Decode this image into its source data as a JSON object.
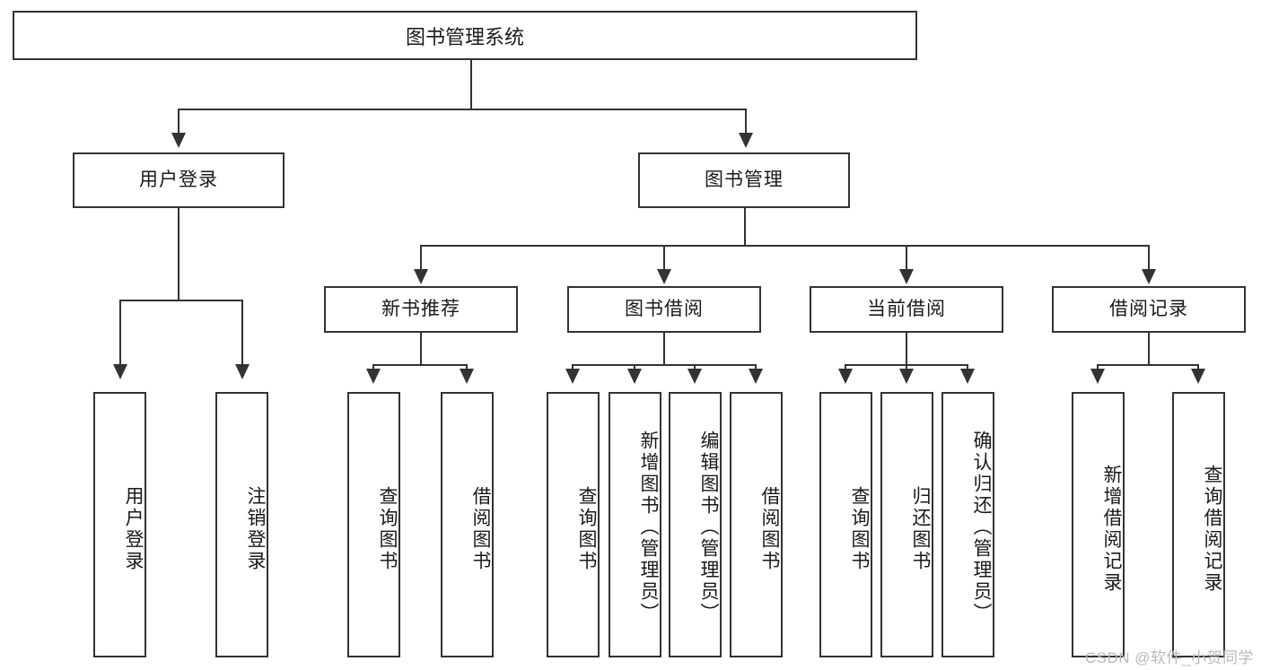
{
  "diagram": {
    "title": "图书管理系统",
    "type": "hierarchy-tree",
    "watermark": "CSDN @软件_小贺同学",
    "colors": {
      "line": "#333333",
      "box_fill": "#ffffff",
      "text": "#1a1a1a",
      "watermark": "#b9b9b9"
    },
    "root": {
      "label": "图书管理系统"
    },
    "level2": [
      {
        "label": "用户登录"
      },
      {
        "label": "图书管理"
      }
    ],
    "level3": [
      {
        "label": "新书推荐"
      },
      {
        "label": "图书借阅"
      },
      {
        "label": "当前借阅"
      },
      {
        "label": "借阅记录"
      }
    ],
    "leaves": {
      "user_login": [
        {
          "label": "用户登录"
        },
        {
          "label": "注销登录"
        }
      ],
      "new_book": [
        {
          "label": "查询图书"
        },
        {
          "label": "借阅图书"
        }
      ],
      "borrow_book": [
        {
          "label": "查询图书"
        },
        {
          "label": "新增图书（管理员）"
        },
        {
          "label": "编辑图书（管理员）"
        },
        {
          "label": "借阅图书"
        }
      ],
      "current_borrow": [
        {
          "label": "查询图书"
        },
        {
          "label": "归还图书"
        },
        {
          "label": "确认归还（管理员）"
        }
      ],
      "borrow_record": [
        {
          "label": "新增借阅记录"
        },
        {
          "label": "查询借阅记录"
        }
      ]
    }
  }
}
